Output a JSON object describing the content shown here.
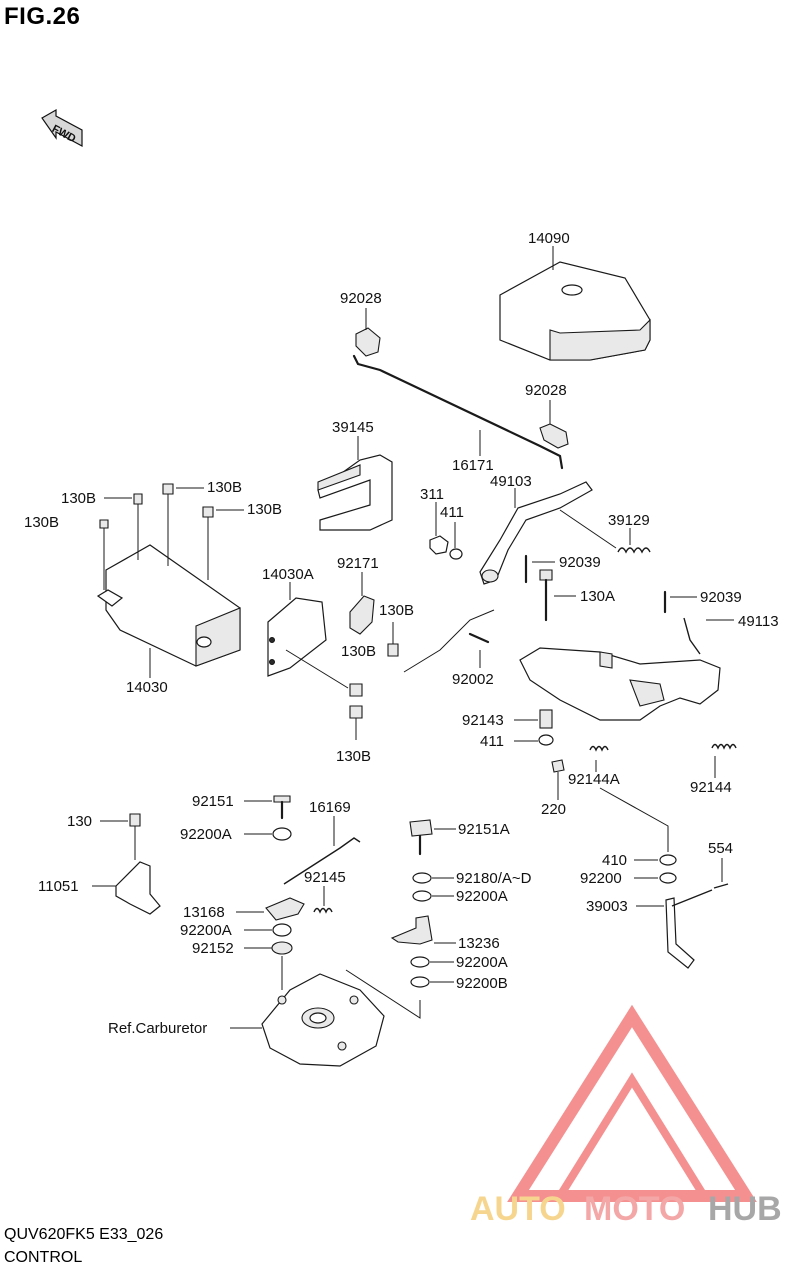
{
  "header": {
    "figure_number": "FIG.26"
  },
  "direction_badge": {
    "text": "FWD"
  },
  "footer": {
    "model_code": "QUV620FK5 E33_026",
    "section_name": "CONTROL"
  },
  "watermark": {
    "brand_auto": "AUTO",
    "brand_moto": "MOTO",
    "brand_hub": "HUB",
    "colors": {
      "auto": "#f4c86a",
      "moto": "#f08a8a",
      "hub": "#8a8a8a",
      "logo": "#f26b6b"
    }
  },
  "callouts": {
    "p14090": "14090",
    "p92028_top": "92028",
    "p92028_mid": "92028",
    "p39145": "39145",
    "p16171": "16171",
    "p311": "311",
    "p411_upper": "411",
    "p49103": "49103",
    "p39129": "39129",
    "p92039_left": "92039",
    "p92039_right": "92039",
    "p49113": "49113",
    "p130A": "130A",
    "p130B_1": "130B",
    "p130B_2": "130B",
    "p130B_3": "130B",
    "p130B_4": "130B",
    "p130B_5": "130B",
    "p130B_6": "130B",
    "p130B_7": "130B",
    "p14030A": "14030A",
    "p14030": "14030",
    "p92171": "92171",
    "p92002": "92002",
    "p92143": "92143",
    "p411_lower": "411",
    "p92144A": "92144A",
    "p220": "220",
    "p92144": "92144",
    "p130": "130",
    "p11051": "11051",
    "p92151": "92151",
    "p92200A_1": "92200A",
    "p16169": "16169",
    "p92145": "92145",
    "p13168": "13168",
    "p92200A_2": "92200A",
    "p92152": "92152",
    "p92151A": "92151A",
    "p92180": "92180/A~D",
    "p92200A_3": "92200A",
    "p13236": "13236",
    "p92200A_4": "92200A",
    "p92200B": "92200B",
    "p410": "410",
    "p554": "554",
    "p92200": "92200",
    "p39003": "39003",
    "ref_carburetor": "Ref.Carburetor"
  }
}
